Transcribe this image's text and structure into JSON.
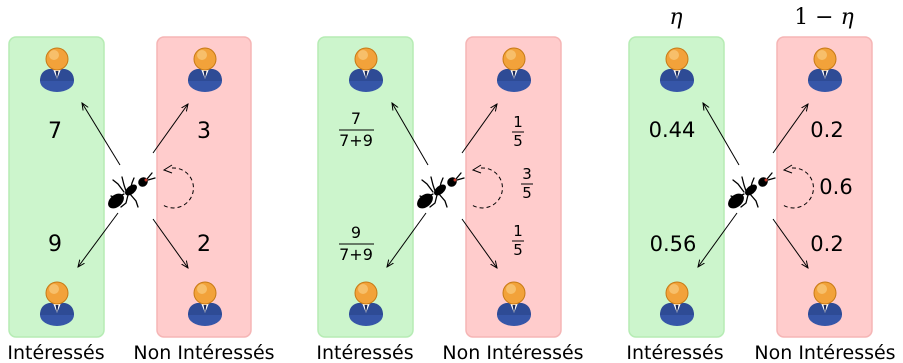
{
  "colors": {
    "interested_panel": "#ccf5cc",
    "interested_border": "#b6ecb4",
    "not_interested_panel": "#ffcccc",
    "not_interested_border": "#f5b5b5"
  },
  "icons": [
    "person-icon",
    "ant-icon"
  ],
  "labels": {
    "interested": "Intéressés",
    "not_interested": "Non Intéressés"
  },
  "panel1": {
    "up": "7",
    "down": "9",
    "right_up": "3",
    "right_down": "2"
  },
  "panel2": {
    "up_num": "7",
    "up_den": "7+9",
    "down_num": "9",
    "down_den": "7+9",
    "right_up_num": "1",
    "right_up_den": "5",
    "self_num": "3",
    "self_den": "5",
    "right_down_num": "1",
    "right_down_den": "5"
  },
  "panel3": {
    "header_left": "η",
    "header_right_prefix": "1 − ",
    "header_right_var": "η",
    "up": "0.44",
    "down": "0.56",
    "right_up": "0.2",
    "self": "0.6",
    "right_down": "0.2"
  }
}
